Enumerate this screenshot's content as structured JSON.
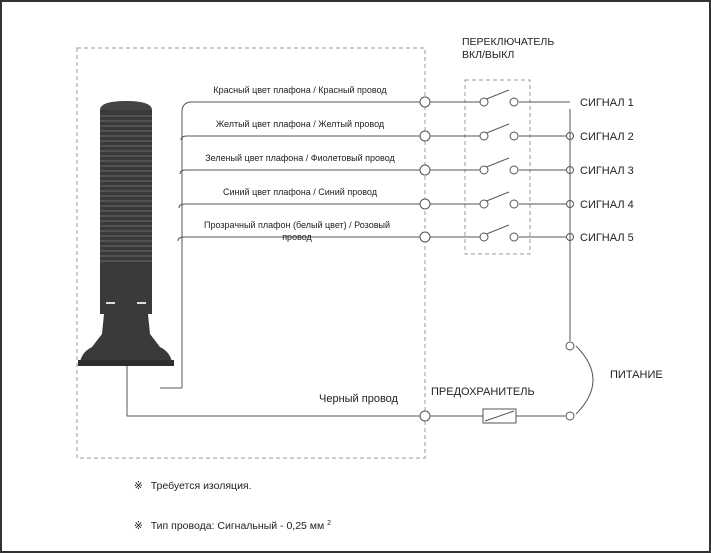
{
  "switch_title": [
    "ПЕРЕКЛЮЧАТЕЛЬ",
    "ВКЛ/ВЫКЛ"
  ],
  "wires": [
    {
      "label": [
        "Красный цвет плафона / Красный провод"
      ],
      "signal": "СИГНАЛ 1"
    },
    {
      "label": [
        "Желтый цвет плафона / Желтый провод"
      ],
      "signal": "СИГНАЛ 2"
    },
    {
      "label": [
        "Зеленый цвет плафона / Фиолетовый провод"
      ],
      "signal": "СИГНАЛ 3"
    },
    {
      "label": [
        "Синий цвет плафона / Синий провод"
      ],
      "signal": "СИГНАЛ 4"
    },
    {
      "label": [
        "Прозрачный плафон (белый цвет) / Розовый",
        "провод"
      ],
      "signal": "СИГНАЛ 5"
    }
  ],
  "black_wire_label": "Черный провод",
  "fuse_label": "ПРЕДОХРАНИТЕЛЬ",
  "power_label": "ПИТАНИЕ",
  "notes": [
    {
      "mark": "※",
      "text": "Требуется изоляция.",
      "superscript": ""
    },
    {
      "mark": "※",
      "text": "Тип провода: Сигнальный - 0,25 мм",
      "superscript": "2"
    }
  ],
  "colors": {
    "line": "#555555",
    "text": "#222222",
    "dash": "#9a9a9a",
    "tower": "#3a3a3a"
  }
}
